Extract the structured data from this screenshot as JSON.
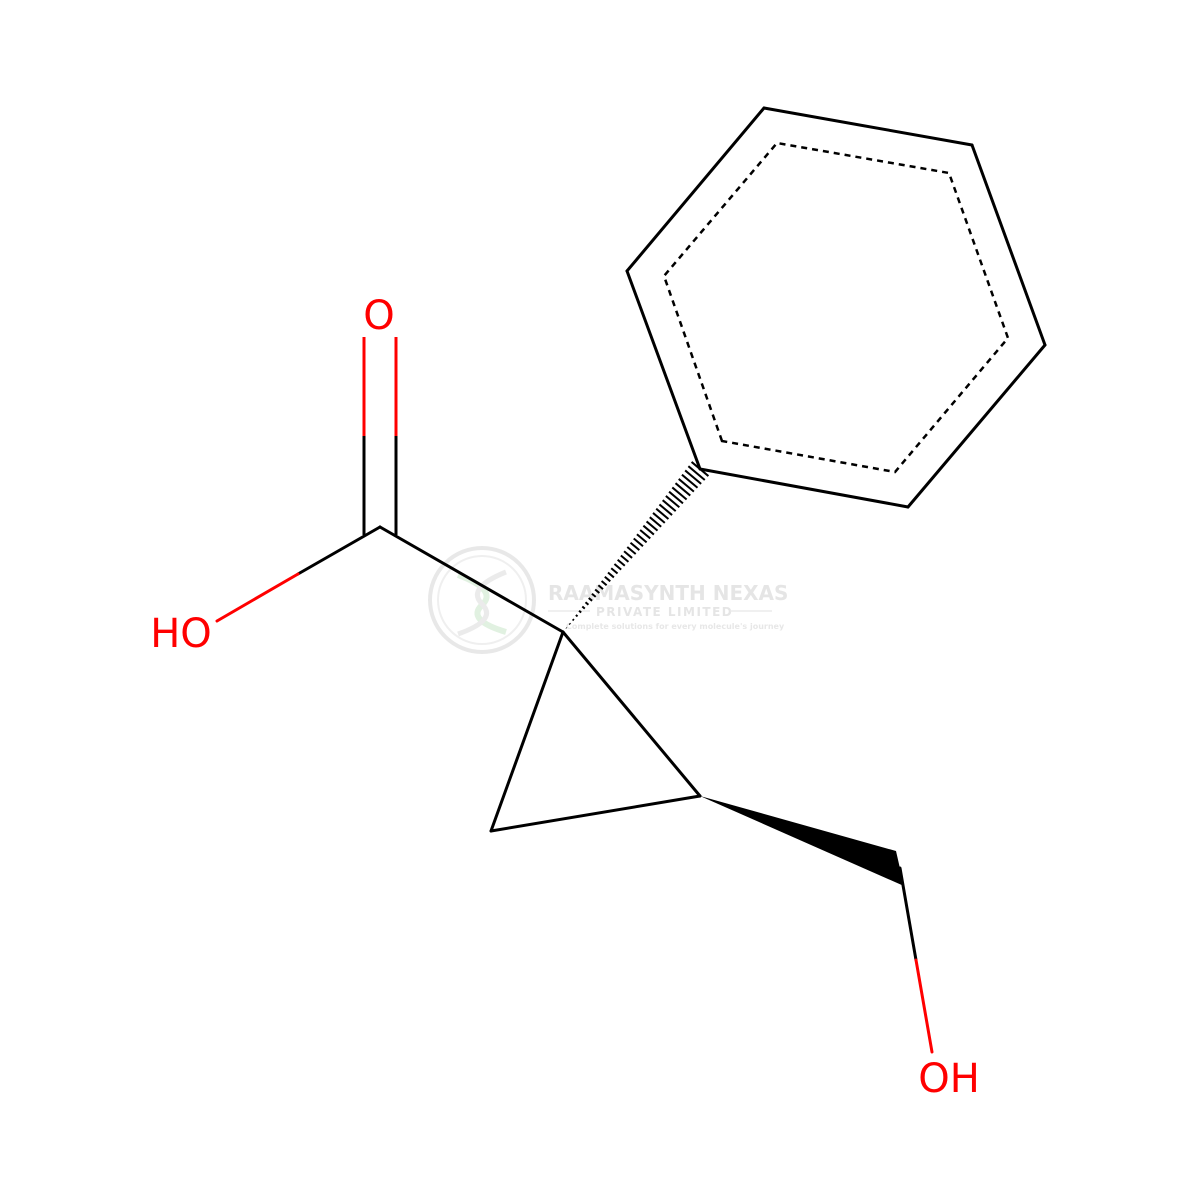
{
  "molecule": {
    "atom_labels": {
      "carbonyl_oxygen": "O",
      "acid_hydroxyl": "HO",
      "alcohol_hydroxyl": "OH"
    },
    "colors": {
      "bond": "#000000",
      "oxygen": "#ff0000",
      "background": "#ffffff"
    }
  },
  "watermark": {
    "company": "RAAMASYNTH NEXAS",
    "subtitle": "PRIVATE LIMITED",
    "tagline": "Complete solutions for every molecule's journey",
    "color": "#c8c8c8"
  }
}
